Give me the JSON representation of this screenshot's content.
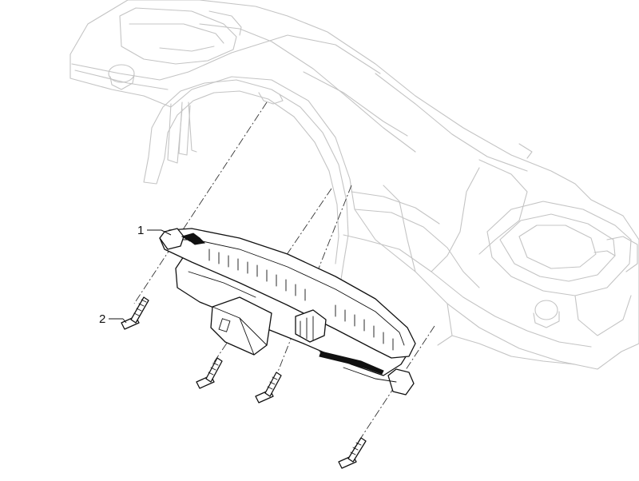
{
  "callouts": [
    {
      "id": "1",
      "label": "1"
    },
    {
      "id": "2",
      "label": "2"
    }
  ],
  "colors": {
    "background": "#ffffff",
    "ghost_line": "#c4c4c4",
    "part_line": "#111111"
  }
}
